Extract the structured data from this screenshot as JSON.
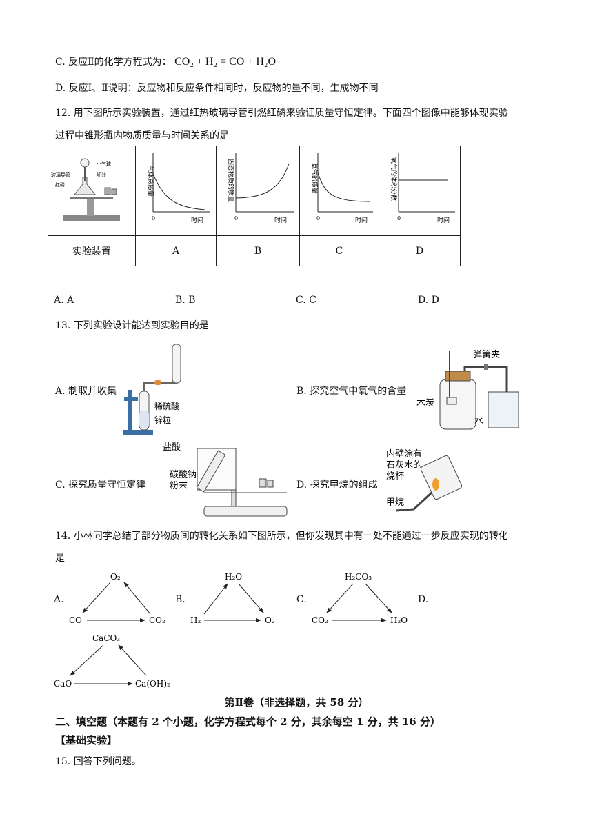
{
  "q11": {
    "c_text": "C. 反应Ⅱ的化学方程式为：",
    "c_formula": "CO₂ + H₂ = CO + H₂O",
    "d_text": "D. 反应Ⅰ、Ⅱ说明：反应物和反应条件相同时，反应物的量不同，生成物不同"
  },
  "q12": {
    "stem_line1": "12. 用下图所示实验装置，通过红热玻璃导管引燃红磷来验证质量守恒定律。下面四个图像中能够体现实验",
    "stem_line2": "过程中锥形瓶内物质质量与时间关系的是",
    "apparatus_labels": {
      "balloon": "小气球",
      "tube": "玻璃导管",
      "phosphorus": "红磷",
      "sand": "细沙"
    },
    "row_label": "实验装置",
    "graphs": [
      {
        "letter": "A",
        "ylabel": "气体总质量",
        "xlabel": "时间",
        "origin": "0"
      },
      {
        "letter": "B",
        "ylabel": "固态物质的质量",
        "xlabel": "时间",
        "origin": "0"
      },
      {
        "letter": "C",
        "ylabel": "氧气的质量",
        "xlabel": "时间",
        "origin": "0"
      },
      {
        "letter": "D",
        "ylabel": "氧气的体积分数",
        "xlabel": "时间",
        "origin": "0"
      }
    ],
    "options": [
      "A. A",
      "B. B",
      "C. C",
      "D. D"
    ]
  },
  "q13": {
    "stem": "13. 下列实验设计能达到实验目的是",
    "a": {
      "label": "A. 制取并收集",
      "acid": "稀硫酸",
      "zinc": "锌粒"
    },
    "b": {
      "label": "B. 探究空气中氧气的含量",
      "clamp": "弹簧夹",
      "charcoal": "木炭",
      "water": "水"
    },
    "c": {
      "label": "C. 探究质量守恒定律",
      "hcl": "盐酸",
      "na2co3_1": "碳酸钠",
      "na2co3_2": "粉末"
    },
    "d": {
      "label": "D. 探究甲烷的组成",
      "beaker_1": "内壁涂有",
      "beaker_2": "石灰水的",
      "beaker_3": "烧杯",
      "methane": "甲烷"
    }
  },
  "q14": {
    "stem_line1": "14. 小林同学总结了部分物质间的转化关系如下图所示，但你发现其中有一处不能通过一步反应实现的转化",
    "stem_line2": "是",
    "options": [
      {
        "letter": "A.",
        "top": "O₂",
        "left": "CO",
        "right": "CO₂"
      },
      {
        "letter": "B.",
        "top": "H₂O",
        "left": "H₂",
        "right": "O₂"
      },
      {
        "letter": "C.",
        "top": "H₂CO₃",
        "left": "CO₂",
        "right": "H₂O"
      },
      {
        "letter": "D.",
        "top": "CaCO₃",
        "left": "CaO",
        "right": "Ca(OH)₂"
      }
    ]
  },
  "part2": {
    "title": "第Ⅱ卷（非选择题，共 58 分）",
    "section": "二、填空题（本题有 2 个小题，化学方程式每个 2 分，其余每空 1 分，共 16 分）",
    "subsection": "【基础实验】",
    "q15": "15. 回答下列问题。"
  }
}
